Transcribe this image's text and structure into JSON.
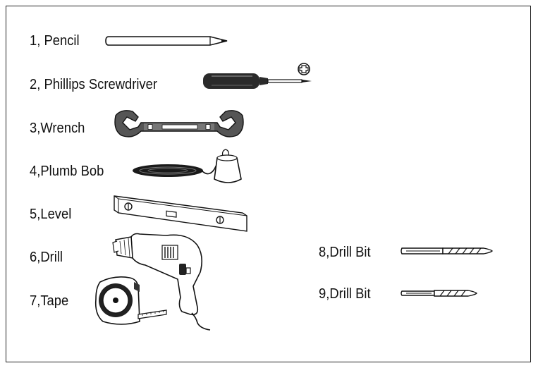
{
  "tools": [
    {
      "label": "1, Pencil",
      "icon": "pencil-icon"
    },
    {
      "label": "2, Phillips Screwdriver",
      "icon": "screwdriver-icon"
    },
    {
      "label": "3,Wrench",
      "icon": "wrench-icon"
    },
    {
      "label": "4,Plumb Bob",
      "icon": "plumb-bob-icon"
    },
    {
      "label": "5,Level",
      "icon": "level-icon"
    },
    {
      "label": "6,Drill",
      "icon": "drill-icon"
    },
    {
      "label": "7,Tape",
      "icon": "tape-measure-icon"
    },
    {
      "label": "8,Drill Bit",
      "icon": "drill-bit-icon"
    },
    {
      "label": "9,Drill Bit",
      "icon": "drill-bit-icon"
    }
  ]
}
